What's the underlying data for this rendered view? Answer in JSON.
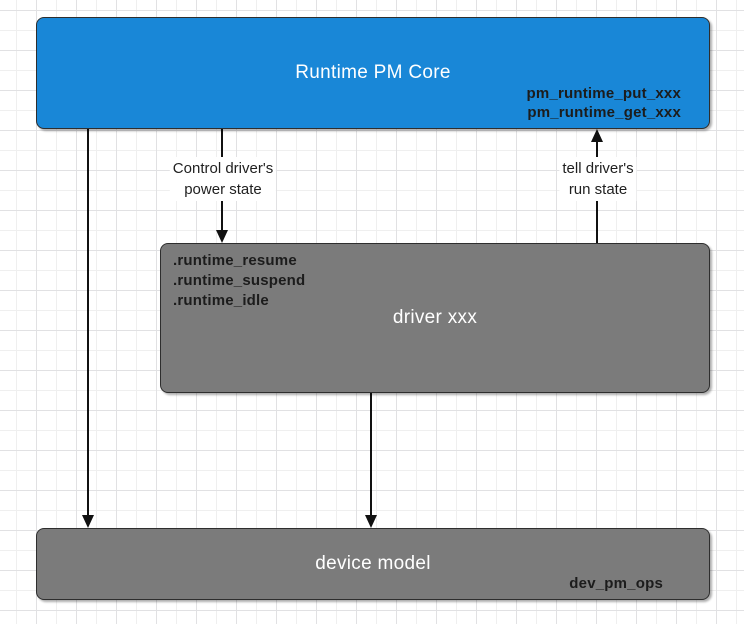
{
  "colors": {
    "core_fill": "#1987d7",
    "gray_fill": "#7b7b7b",
    "box_border": "#2e2e2e",
    "title_text": "#ffffff",
    "annotation_text": "#1c1c1c",
    "label_text": "#1f1f1f",
    "arrow": "#111111"
  },
  "nodes": {
    "core": {
      "title": "Runtime PM Core",
      "annotation_line1": "pm_runtime_put_xxx",
      "annotation_line2": "pm_runtime_get_xxx"
    },
    "driver": {
      "title": "driver xxx",
      "annotation_line1": ".runtime_resume",
      "annotation_line2": ".runtime_suspend",
      "annotation_line3": ".runtime_idle"
    },
    "device": {
      "title": "device model",
      "annotation": "dev_pm_ops"
    }
  },
  "edge_labels": {
    "control": {
      "line1": "Control driver's",
      "line2": "power state"
    },
    "tell": {
      "line1": "tell driver's",
      "line2": "run state"
    }
  }
}
